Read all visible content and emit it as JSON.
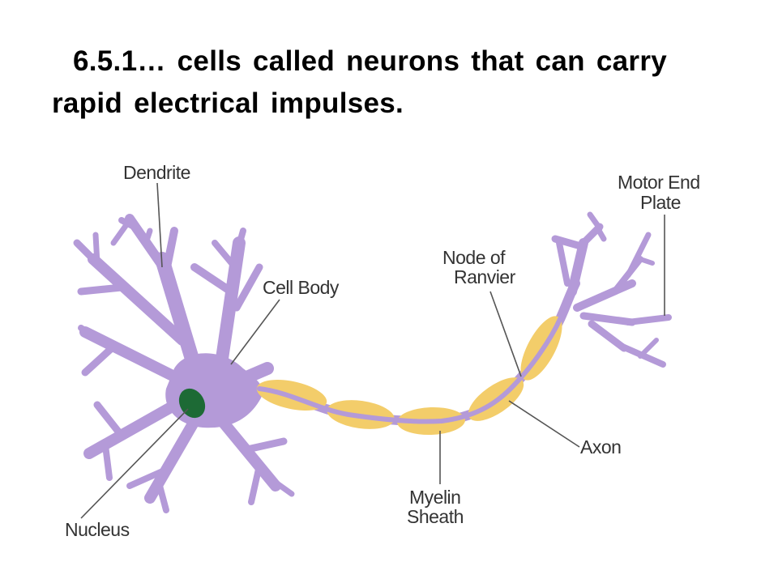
{
  "slide": {
    "heading": "6.5.1… cells called neurons that can carry rapid electrical impulses."
  },
  "labels": {
    "dendrite": "Dendrite",
    "cell_body": "Cell Body",
    "nucleus": "Nucleus",
    "node_of_ranvier_line1": "Node of",
    "node_of_ranvier_line2": "Ranvier",
    "motor_end_plate_line1": "Motor End",
    "motor_end_plate_line2": "Plate",
    "axon": "Axon",
    "myelin_sheath_line1": "Myelin",
    "myelin_sheath_line2": "Sheath"
  },
  "colors": {
    "neuron": "#b49ad8",
    "myelin": "#f3cd6a",
    "nucleus": "#1d6a35",
    "leader_line": "#555555",
    "label_text": "#333333"
  }
}
